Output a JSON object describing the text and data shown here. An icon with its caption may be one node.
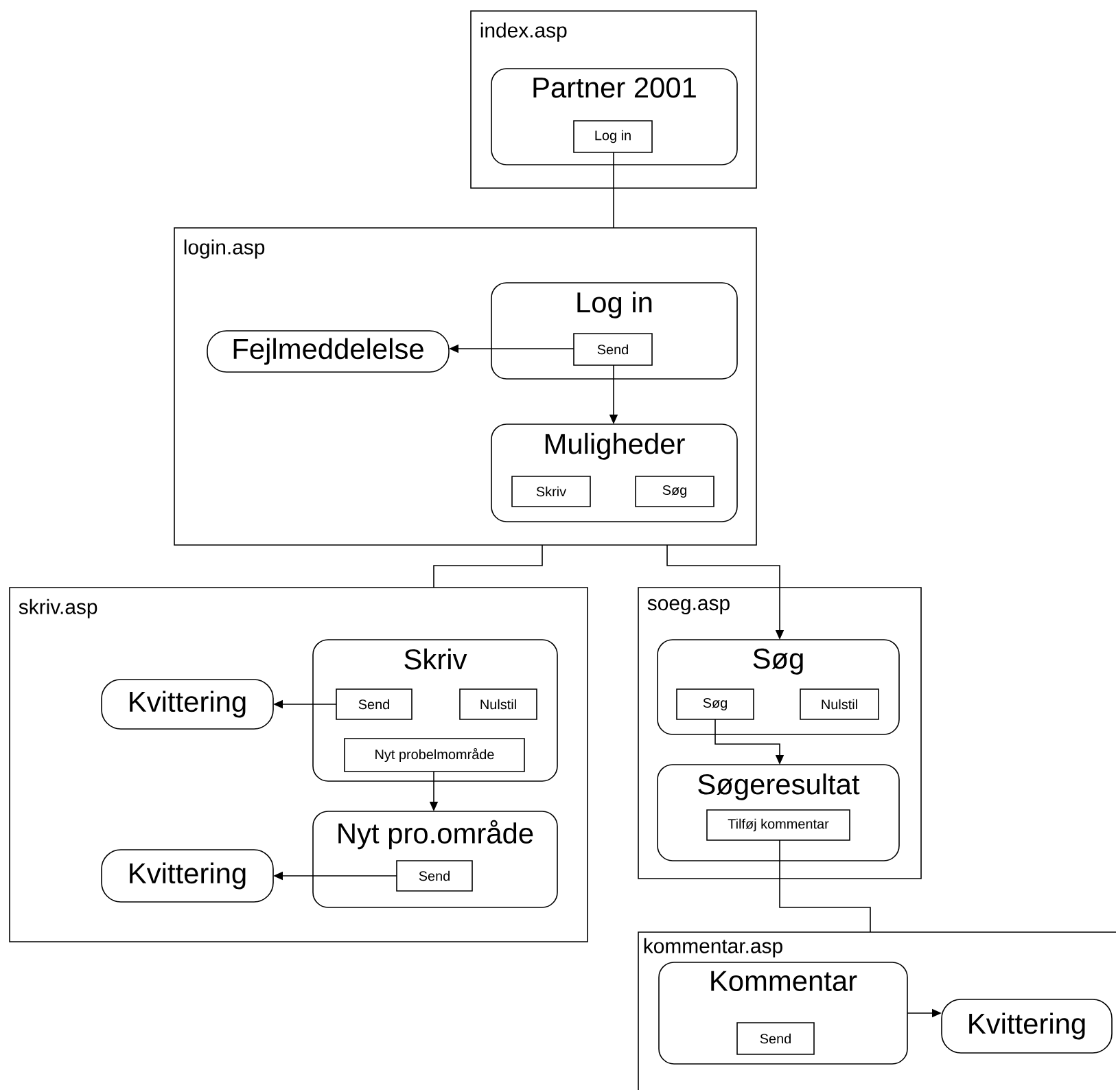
{
  "diagram": {
    "nodes": [
      {
        "text": [
          "index.asp"
        ]
      },
      {
        "text": [
          "Partner 2001"
        ],
        "in": 0
      },
      {
        "text": [
          "Log in"
        ],
        "in": 1
      },
      {
        "text": [
          "login.asp"
        ]
      },
      {
        "text": [
          "Log in"
        ],
        "in": 3
      },
      {
        "text": [
          "Send"
        ],
        "in": 4
      },
      {
        "text": [
          "Fejlmeddelelse"
        ],
        "in": 3
      },
      {
        "text": [
          "Muligheder"
        ],
        "in": 3
      },
      {
        "text": [
          "Skriv"
        ],
        "in": 7
      },
      {
        "text": [
          "Søg"
        ],
        "in": 7
      },
      {
        "text": [
          "skriv.asp"
        ]
      },
      {
        "text": [
          "Skriv"
        ],
        "in": 10
      },
      {
        "text": [
          "Send"
        ],
        "in": 11
      },
      {
        "text": [
          "Nulstil"
        ],
        "in": 11
      },
      {
        "text": [
          "Nyt probelmområde"
        ],
        "in": 11
      },
      {
        "text": [
          "Kvittering"
        ],
        "in": 10
      },
      {
        "text": [
          "Nyt pro.område"
        ],
        "in": 10
      },
      {
        "text": [
          "Send"
        ],
        "in": 16
      },
      {
        "text": [
          "Kvittering"
        ],
        "in": 10
      },
      {
        "text": [
          "soeg.asp"
        ]
      },
      {
        "text": [
          "Søg"
        ],
        "in": 19
      },
      {
        "text": [
          "Søg"
        ],
        "in": 20
      },
      {
        "text": [
          "Nulstil"
        ],
        "in": 20
      },
      {
        "text": [
          "Søgeresultat"
        ],
        "in": 19
      },
      {
        "text": [
          "Tilføj kommentar"
        ],
        "in": 23
      },
      {
        "text": [
          "kommentar.asp"
        ]
      },
      {
        "text": [
          "Kommentar"
        ],
        "in": 25
      },
      {
        "text": [
          "Send"
        ],
        "in": 26
      },
      {
        "text": [
          "Kvittering"
        ],
        "in": 25
      }
    ],
    "edges": [
      {
        "from": 2,
        "to": 3,
        "arrow": "none"
      },
      {
        "from": 5,
        "to": 6,
        "arrow": "to"
      },
      {
        "from": 5,
        "to": 7,
        "arrow": "to"
      },
      {
        "from": 3,
        "to": 10,
        "arrow": "none"
      },
      {
        "from": 3,
        "to": 20,
        "arrow": "to"
      },
      {
        "from": 12,
        "to": 15,
        "arrow": "to"
      },
      {
        "from": 14,
        "to": 16,
        "arrow": "to"
      },
      {
        "from": 17,
        "to": 18,
        "arrow": "to"
      },
      {
        "from": 21,
        "to": 23,
        "arrow": "to"
      },
      {
        "from": 24,
        "to": 25,
        "arrow": "none"
      },
      {
        "from": 26,
        "to": 28,
        "arrow": "to"
      }
    ]
  }
}
